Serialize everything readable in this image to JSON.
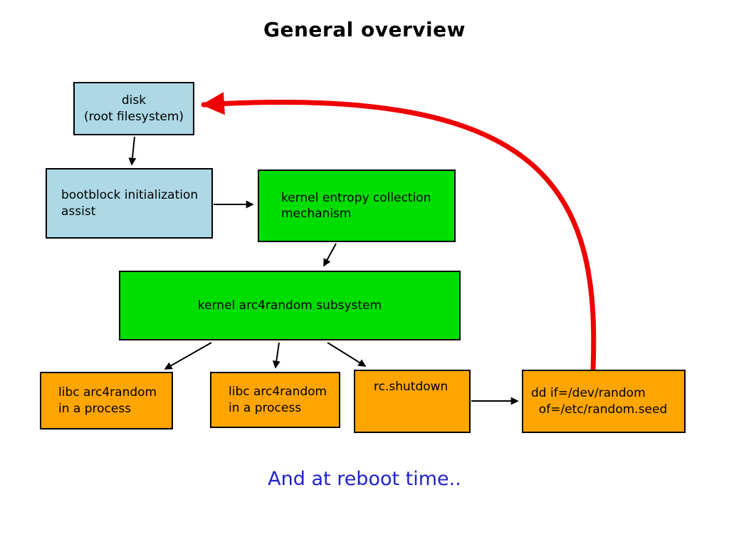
{
  "title": "General overview",
  "caption": "And at reboot time..",
  "colors": {
    "box_blue": "#ADD8E6",
    "box_green": "#00DD00",
    "box_orange": "#FFA500",
    "arrow_red": "#EE0000",
    "arrow_black": "#000000",
    "caption_blue": "#2222CC",
    "border": "#000000",
    "background": "#FFFFFF"
  },
  "nodes": [
    {
      "id": "disk",
      "label": "disk\n(root filesystem)",
      "color": "blue"
    },
    {
      "id": "bootblock",
      "label": "bootblock initialization\nassist",
      "color": "blue"
    },
    {
      "id": "entropy",
      "label": "kernel entropy collection\nmechanism",
      "color": "green"
    },
    {
      "id": "arc4random",
      "label": "kernel arc4random subsystem",
      "color": "green"
    },
    {
      "id": "libc1",
      "label": "libc arc4random\nin a process",
      "color": "orange"
    },
    {
      "id": "libc2",
      "label": "libc arc4random\nin a process",
      "color": "orange"
    },
    {
      "id": "rcshutdown",
      "label": "rc.shutdown",
      "color": "orange"
    },
    {
      "id": "dd",
      "label": "dd if=/dev/random\n  of=/etc/random.seed",
      "color": "orange"
    }
  ],
  "edges": [
    {
      "from": "disk",
      "to": "bootblock",
      "style": "black-thin"
    },
    {
      "from": "bootblock",
      "to": "entropy",
      "style": "black-thin"
    },
    {
      "from": "entropy",
      "to": "arc4random",
      "style": "black-thin"
    },
    {
      "from": "arc4random",
      "to": "libc1",
      "style": "black-thin"
    },
    {
      "from": "arc4random",
      "to": "libc2",
      "style": "black-thin"
    },
    {
      "from": "arc4random",
      "to": "rcshutdown",
      "style": "black-thin"
    },
    {
      "from": "rcshutdown",
      "to": "dd",
      "style": "black-thin"
    },
    {
      "from": "dd",
      "to": "disk",
      "style": "red-thick-curve"
    }
  ]
}
